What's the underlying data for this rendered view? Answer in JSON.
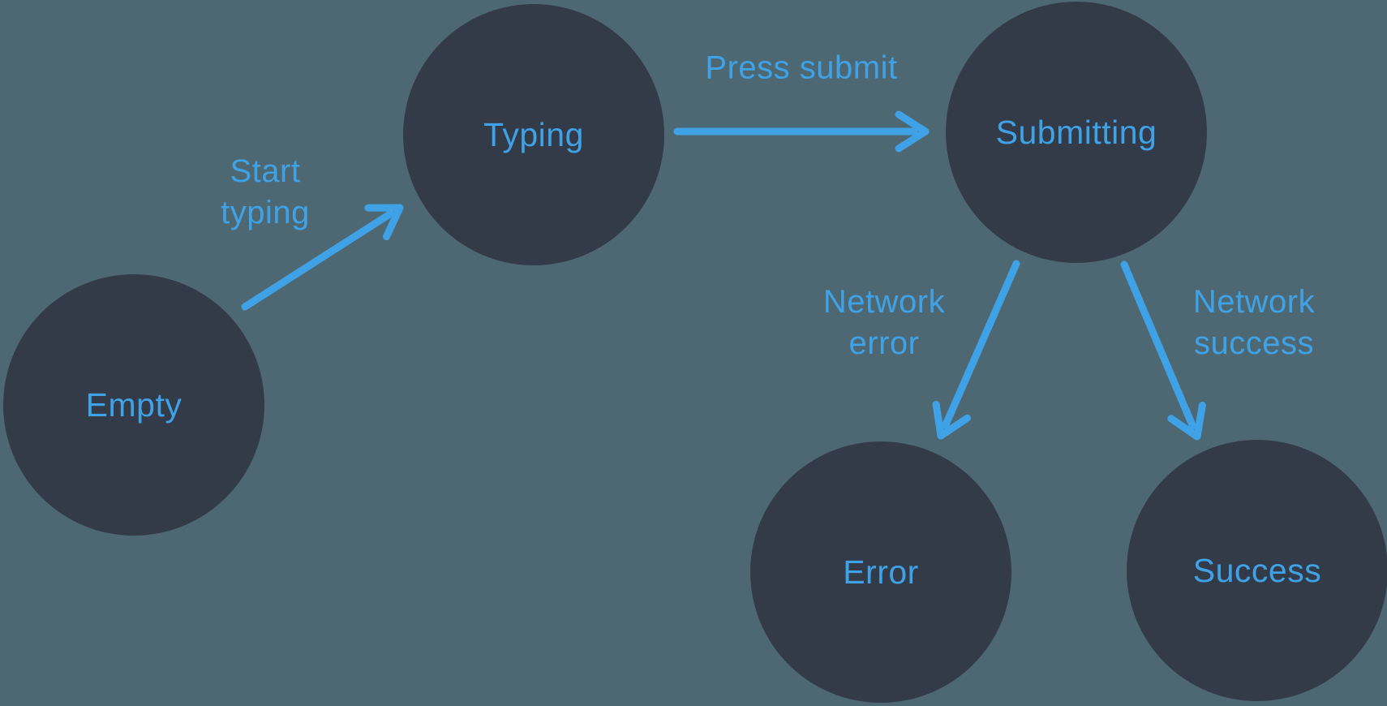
{
  "diagram": {
    "type": "state-machine",
    "colors": {
      "background": "#4e6873",
      "node_fill": "#333b49",
      "accent": "#3fa2e6"
    },
    "nodes": [
      {
        "id": "empty",
        "label": "Empty"
      },
      {
        "id": "typing",
        "label": "Typing"
      },
      {
        "id": "submitting",
        "label": "Submitting"
      },
      {
        "id": "error",
        "label": "Error"
      },
      {
        "id": "success",
        "label": "Success"
      }
    ],
    "edges": [
      {
        "from": "empty",
        "to": "typing",
        "label": "Start typing"
      },
      {
        "from": "typing",
        "to": "submitting",
        "label": "Press submit"
      },
      {
        "from": "submitting",
        "to": "error",
        "label": "Network error"
      },
      {
        "from": "submitting",
        "to": "success",
        "label": "Network success"
      }
    ]
  }
}
